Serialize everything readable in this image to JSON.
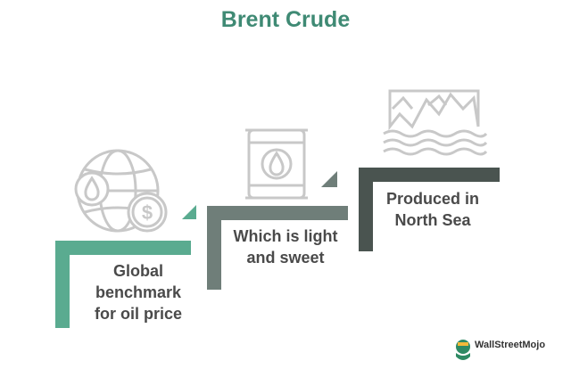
{
  "title": "Brent Crude",
  "steps": [
    {
      "label_lines": [
        "Global",
        "benchmark",
        "for oil price"
      ],
      "icon": "globe-oil-dollar-icon"
    },
    {
      "label_lines": [
        "Which is light",
        "and sweet"
      ],
      "icon": "oil-barrel-icon"
    },
    {
      "label_lines": [
        "Produced in",
        "North Sea"
      ],
      "icon": "north-sea-icebergs-icon"
    }
  ],
  "brand": {
    "name": "WallStreetMojo"
  },
  "colors": {
    "title": "#3f8a74",
    "step1": "#5aab90",
    "step2": "#6f7e79",
    "step3": "#4a5450",
    "icon": "#c8c8c8",
    "label": "#4a4a4a"
  }
}
